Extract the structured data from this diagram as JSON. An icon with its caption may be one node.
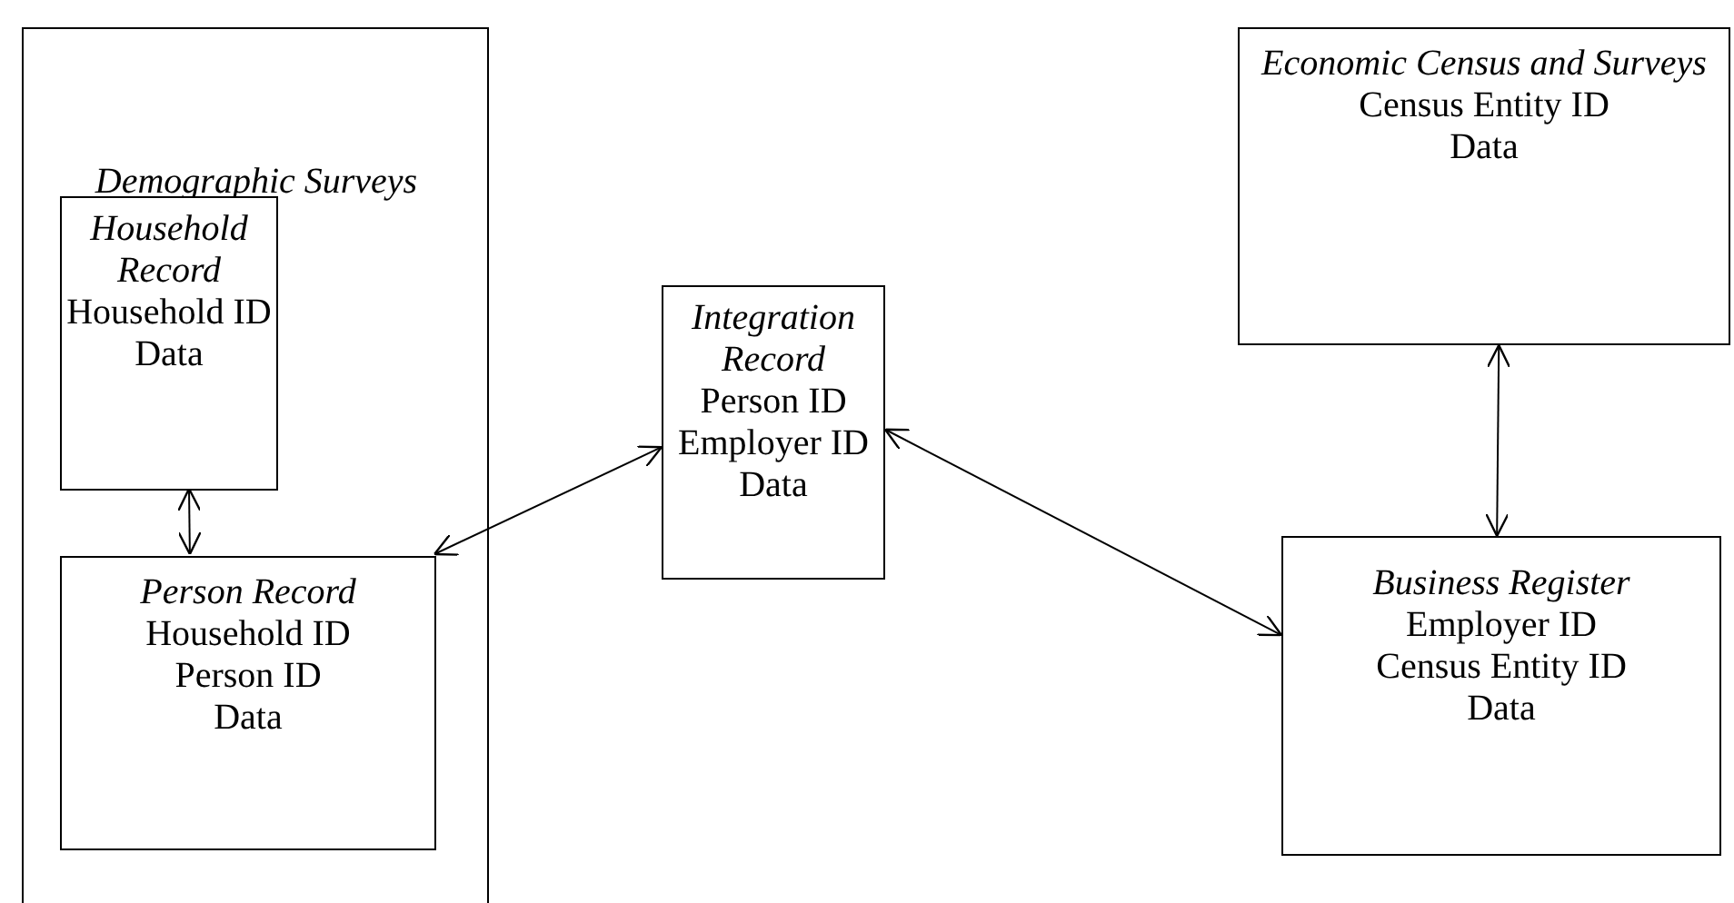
{
  "diagram": {
    "nodes": [
      {
        "text": [
          "Demographic Surveys"
        ]
      },
      {
        "text": [
          "Household Record",
          "Household ID",
          "Data"
        ],
        "in": 0
      },
      {
        "text": [
          "Person Record",
          "Household ID",
          "Person ID",
          "Data"
        ],
        "in": 0
      },
      {
        "text": [
          "Integration Record",
          "Person ID",
          "Employer ID",
          "Data"
        ]
      },
      {
        "text": [
          "Economic Census and Surveys",
          "Census Entity ID",
          "Data"
        ]
      },
      {
        "text": [
          "Business Register",
          "Employer ID",
          "Census Entity ID",
          "Data"
        ]
      }
    ],
    "edges": [
      {
        "from": 1,
        "to": 2,
        "arrow": "both"
      },
      {
        "from": 2,
        "to": 3,
        "arrow": "both"
      },
      {
        "from": 3,
        "to": 5,
        "arrow": "both"
      },
      {
        "from": 4,
        "to": 5,
        "arrow": "both"
      }
    ]
  }
}
